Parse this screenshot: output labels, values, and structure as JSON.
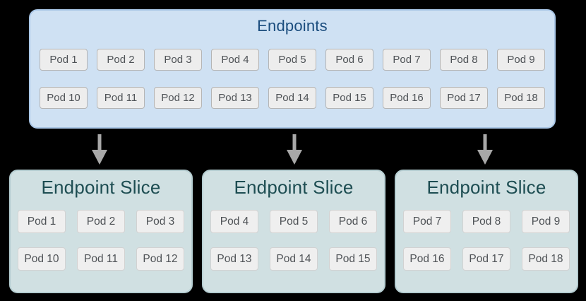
{
  "endpoints": {
    "title": "Endpoints",
    "pods_row1": [
      "Pod 1",
      "Pod 2",
      "Pod 3",
      "Pod 4",
      "Pod 5",
      "Pod 6",
      "Pod 7",
      "Pod 8",
      "Pod 9"
    ],
    "pods_row2": [
      "Pod 10",
      "Pod 11",
      "Pod 12",
      "Pod 13",
      "Pod 14",
      "Pod 15",
      "Pod 16",
      "Pod 17",
      "Pod 18"
    ]
  },
  "slices": [
    {
      "title": "Endpoint Slice",
      "pods_row1": [
        "Pod 1",
        "Pod 2",
        "Pod 3"
      ],
      "pods_row2": [
        "Pod 10",
        "Pod 11",
        "Pod 12"
      ]
    },
    {
      "title": "Endpoint Slice",
      "pods_row1": [
        "Pod 4",
        "Pod 5",
        "Pod 6"
      ],
      "pods_row2": [
        "Pod 13",
        "Pod 14",
        "Pod 15"
      ]
    },
    {
      "title": "Endpoint Slice",
      "pods_row1": [
        "Pod 7",
        "Pod 8",
        "Pod 9"
      ],
      "pods_row2": [
        "Pod 16",
        "Pod 17",
        "Pod 18"
      ]
    }
  ],
  "icons": {
    "arrow": "arrow-down-icon"
  },
  "colors": {
    "background": "#000000",
    "endpoints_bg": "#cfe1f3",
    "endpoints_border": "#a9c6e6",
    "endpoints_title": "#1b4d7e",
    "slice_bg": "#d0e0e2",
    "slice_border": "#b5cdd1",
    "slice_title": "#1d4d52",
    "pod_bg": "#ededed",
    "pod_border": "#b5b5b5",
    "pod_bg_light": "#efefef",
    "pod_border_light": "#d2d2d2",
    "pod_text": "#4e5256",
    "arrow": "#a8a8a8"
  }
}
